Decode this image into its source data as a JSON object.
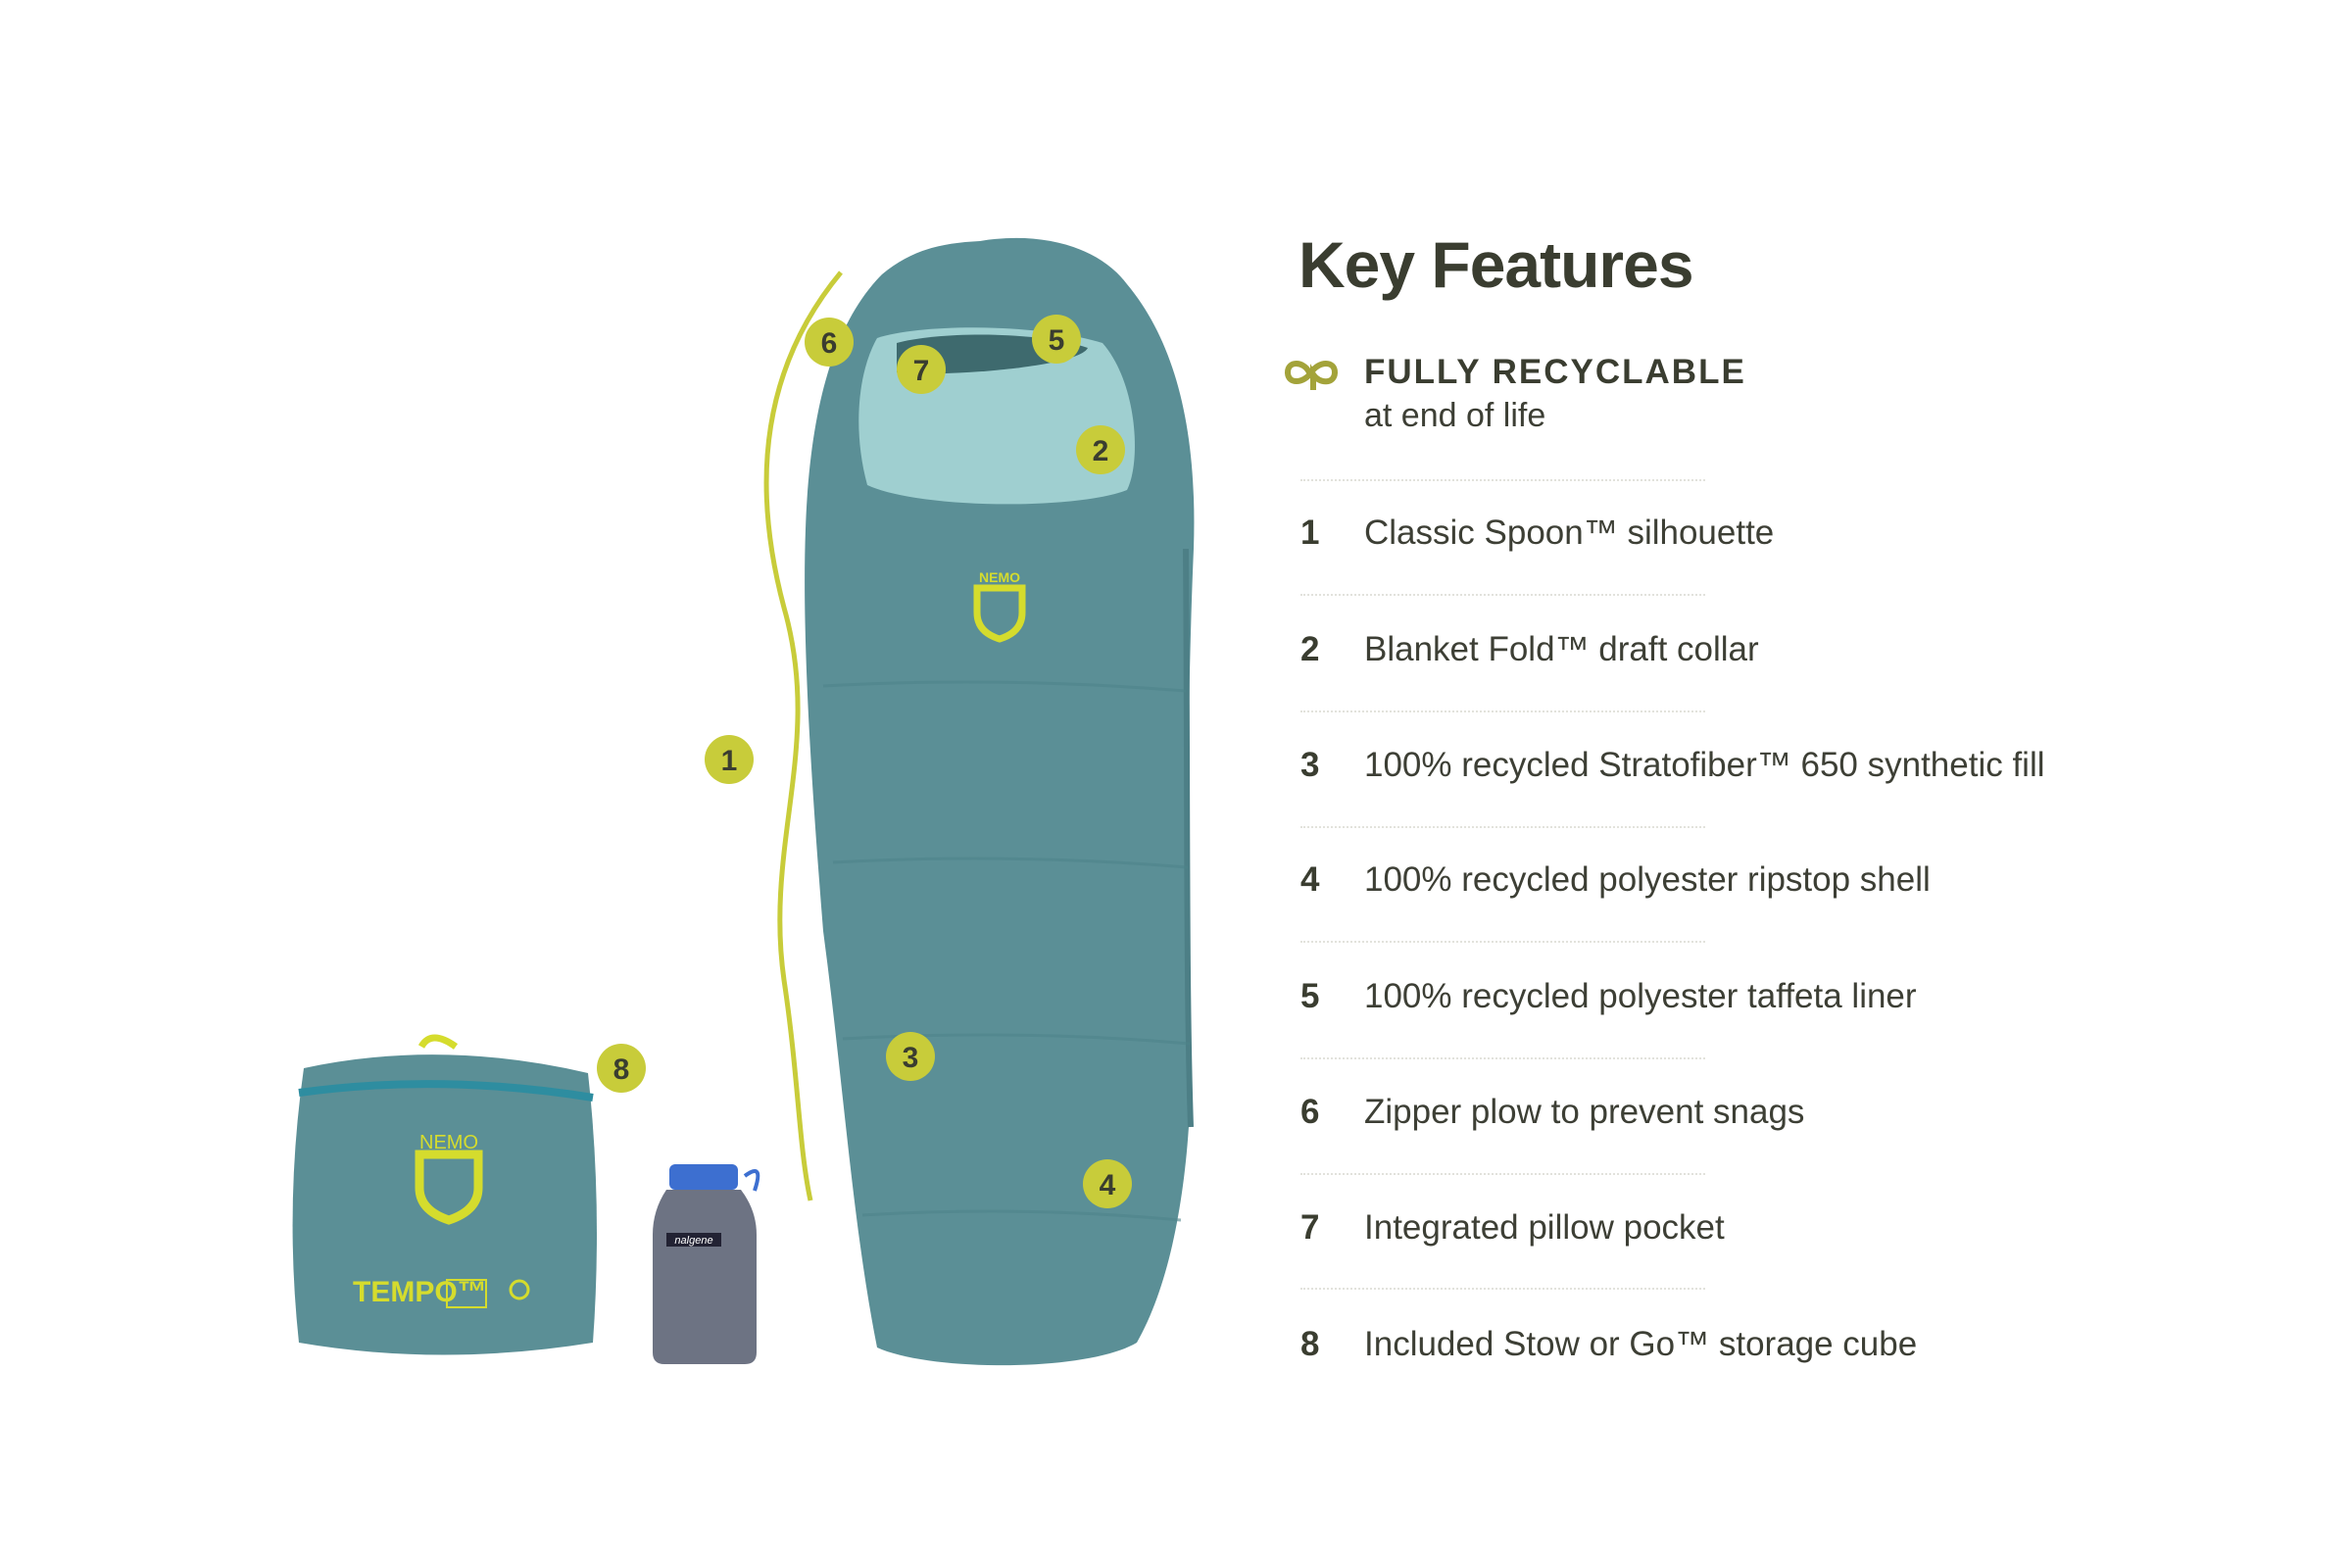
{
  "heading": "Key Features",
  "recyclable": {
    "icon": "endless-loop-icon",
    "title": "FULLY RECYCLABLE",
    "subtitle": "at end of life"
  },
  "features": [
    {
      "num": "1",
      "text": "Classic Spoon™ silhouette"
    },
    {
      "num": "2",
      "text": "Blanket Fold™ draft collar"
    },
    {
      "num": "3",
      "text": "100% recycled Stratofiber™ 650 synthetic fill"
    },
    {
      "num": "4",
      "text": "100% recycled polyester ripstop shell"
    },
    {
      "num": "5",
      "text": "100% recycled polyester taffeta liner"
    },
    {
      "num": "6",
      "text": "Zipper plow to prevent snags"
    },
    {
      "num": "7",
      "text": "Integrated pillow pocket"
    },
    {
      "num": "8",
      "text": "Included Stow or Go™ storage cube"
    }
  ],
  "product_lettering": {
    "brand": "NEMO",
    "model": "TEMPO™",
    "bottle": "nalgene"
  },
  "colors": {
    "accent": "#c8cc3a",
    "bag": "#5b8f96",
    "collar": "#9fcfd0",
    "text": "#3a3d30"
  }
}
